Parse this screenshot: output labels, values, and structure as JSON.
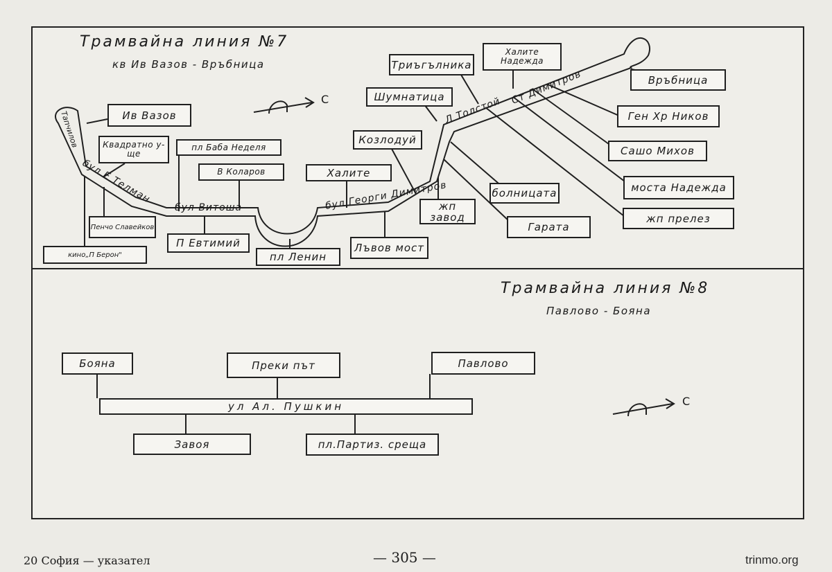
{
  "line7": {
    "title": "Трамвайна линия №7",
    "subtitle": "кв Ив Вазов - Връбница",
    "compass_label": "С",
    "streets": {
      "tatarov": "Тапчилов",
      "telman": "бул Е Телман",
      "vitosha": "бул Витоша",
      "dimitrov": "бул Георги Димитров",
      "tolstoy": "Л Толстой",
      "st_dimitrov": "Ст Димитров"
    },
    "stops": {
      "iv_vazov": "Ив Вазов",
      "kvadratno": "Квадратно у-ще",
      "baba_nedelya": "пл Баба Неделя",
      "kolarov": "В Коларов",
      "halite_left": "Халите",
      "kozloduy": "Козлодуй",
      "shumnatitsa": "Шумнатица",
      "triagalnika": "Триъгълника",
      "halite_nadezhda": "Халите Надежда",
      "vrabnitsa": "Връбница",
      "gen_nikov": "Ген Хр Ников",
      "sasho_mihov": "Сашо Михов",
      "mosta_nadezhda": "моста Надежда",
      "zhp_prelez": "жп прелез",
      "bolnitsata": "болницата",
      "garata": "Гарата",
      "zhp_zavod": "жп завод",
      "lavov_most": "Лъвов мост",
      "pl_lenin": "пл Ленин",
      "p_evtimiy": "П Евтимий",
      "penCho": "Пенчо Славейков",
      "kino_beron": "кино„П Берон\""
    }
  },
  "line8": {
    "title": "Трамвайна линия №8",
    "subtitle": "Павлово - Бояна",
    "compass_label": "С",
    "street": "ул Ал. Пушкин",
    "stops": {
      "boyana": "Бояна",
      "preki_pat": "Преки път",
      "pavlovo": "Павлово",
      "zavoya": "Завоя",
      "partiz": "пл.Партиз. среща"
    }
  },
  "footer": {
    "left": "20 София — указател",
    "page_number": "— 305 —",
    "watermark": "trinmo.org"
  }
}
